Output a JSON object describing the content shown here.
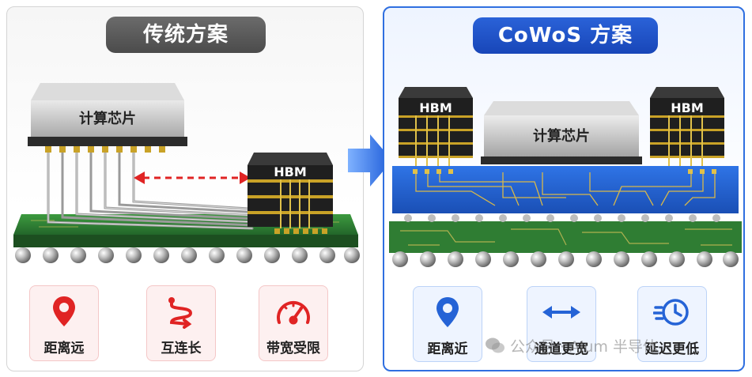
{
  "left_panel": {
    "title": "传统方案",
    "chip_label": "计算芯片",
    "hbm_label": "HBM",
    "features": [
      {
        "icon": "location-pin-icon",
        "label": "距离远"
      },
      {
        "icon": "winding-path-icon",
        "label": "互连长"
      },
      {
        "icon": "speedometer-icon",
        "label": "带宽受限"
      }
    ]
  },
  "right_panel": {
    "title": "CoWoS 方案",
    "chip_label": "计算芯片",
    "hbm_left_label": "HBM",
    "hbm_right_label": "HBM",
    "features": [
      {
        "icon": "location-pin-icon",
        "label": "距离近"
      },
      {
        "icon": "double-arrow-icon",
        "label": "通道更宽"
      },
      {
        "icon": "clock-fast-icon",
        "label": "延迟更低"
      }
    ]
  },
  "watermark": {
    "text": "公众号 · Alum 半导体"
  },
  "colors": {
    "accent_blue": "#2563d6",
    "accent_red": "#e02424",
    "pcb_green": "#2e7d32",
    "interposer_blue": "#1e5fcf",
    "gray_title": "#555555"
  }
}
